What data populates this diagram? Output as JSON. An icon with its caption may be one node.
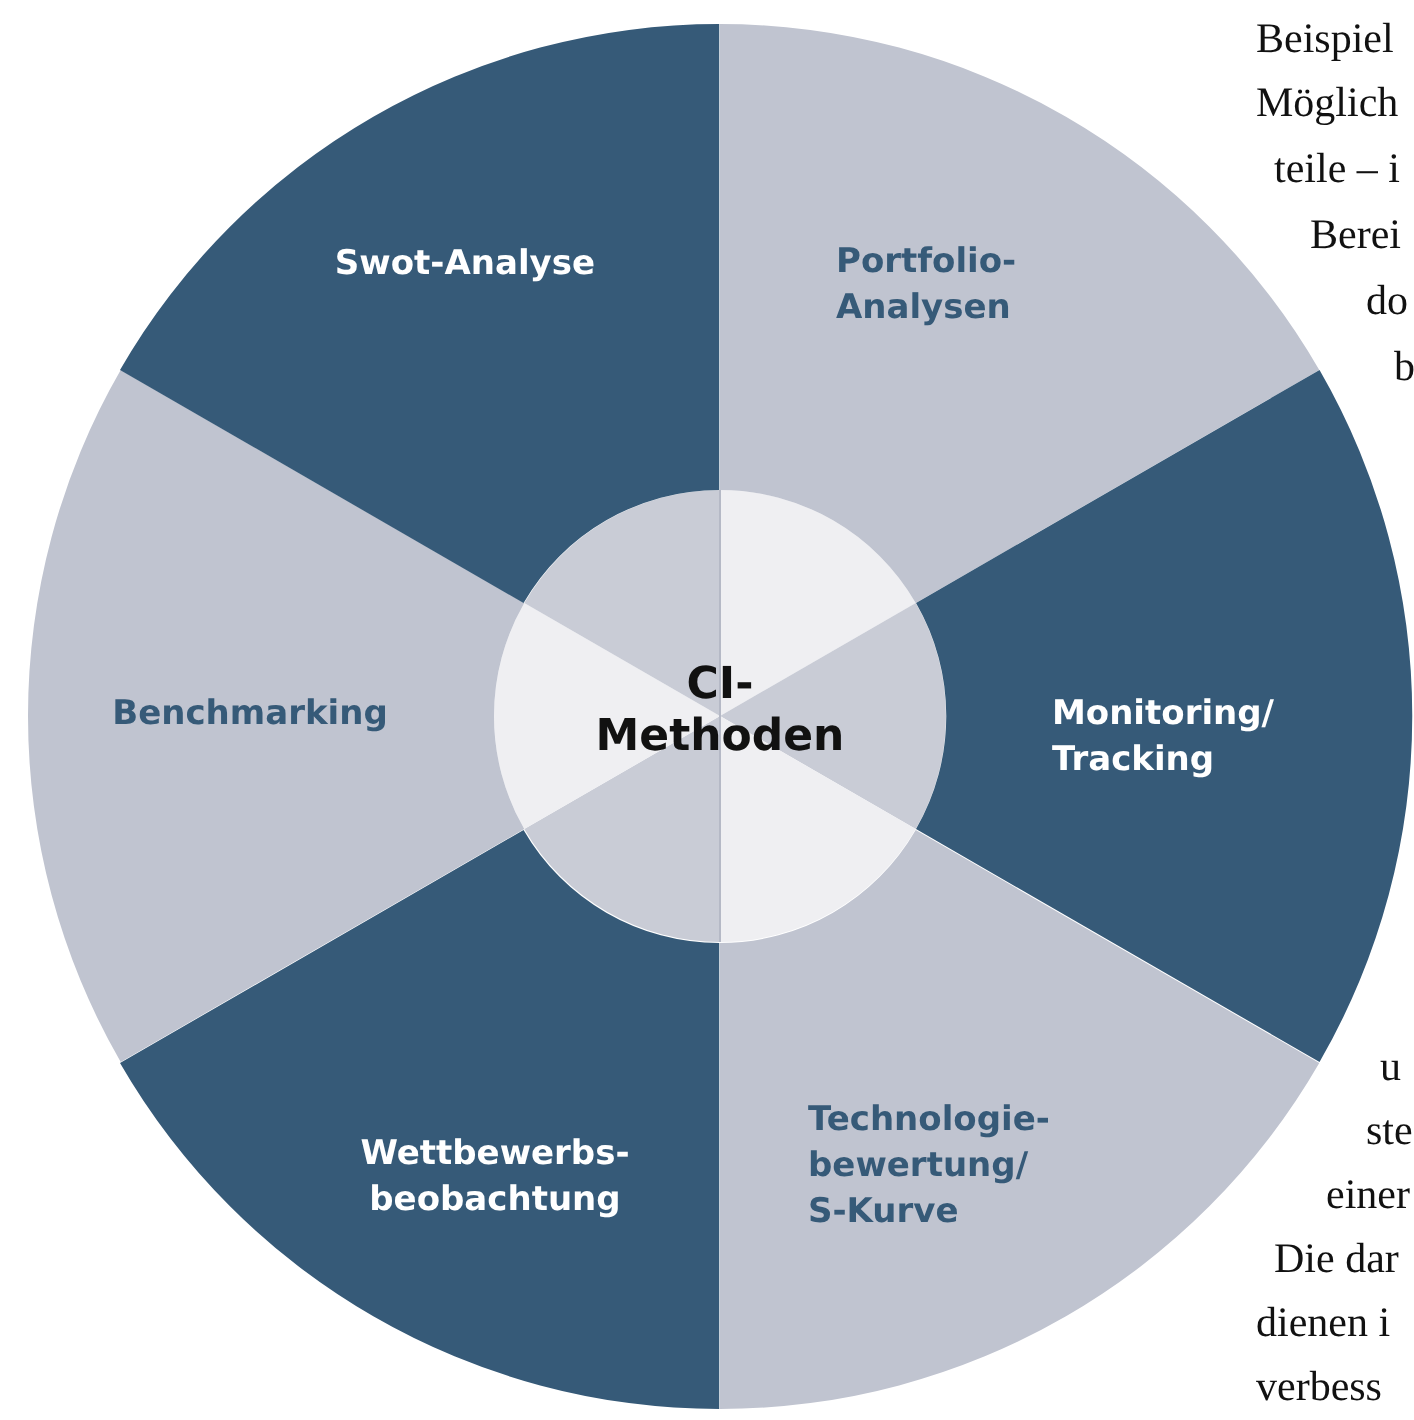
{
  "diagram": {
    "nodes": [
      {
        "text": [
          "CI- Methoden"
        ]
      },
      {
        "text": [
          "Portfolio- Analysen"
        ]
      },
      {
        "text": [
          "Monitoring/ Tracking"
        ]
      },
      {
        "text": [
          "Technologie- bewertung/ S-Kurve"
        ]
      },
      {
        "text": [
          "Wettbewerbs- beobachtung"
        ]
      },
      {
        "text": [
          "Benchmarking"
        ]
      },
      {
        "text": [
          "Swot-Analyse"
        ]
      }
    ],
    "labels": [
      "Beispiel",
      "Möglich",
      "teile – i",
      "Berei",
      "do",
      "b",
      "u",
      "ste",
      "einer",
      "Die dar",
      "dienen i",
      "verbess"
    ]
  }
}
